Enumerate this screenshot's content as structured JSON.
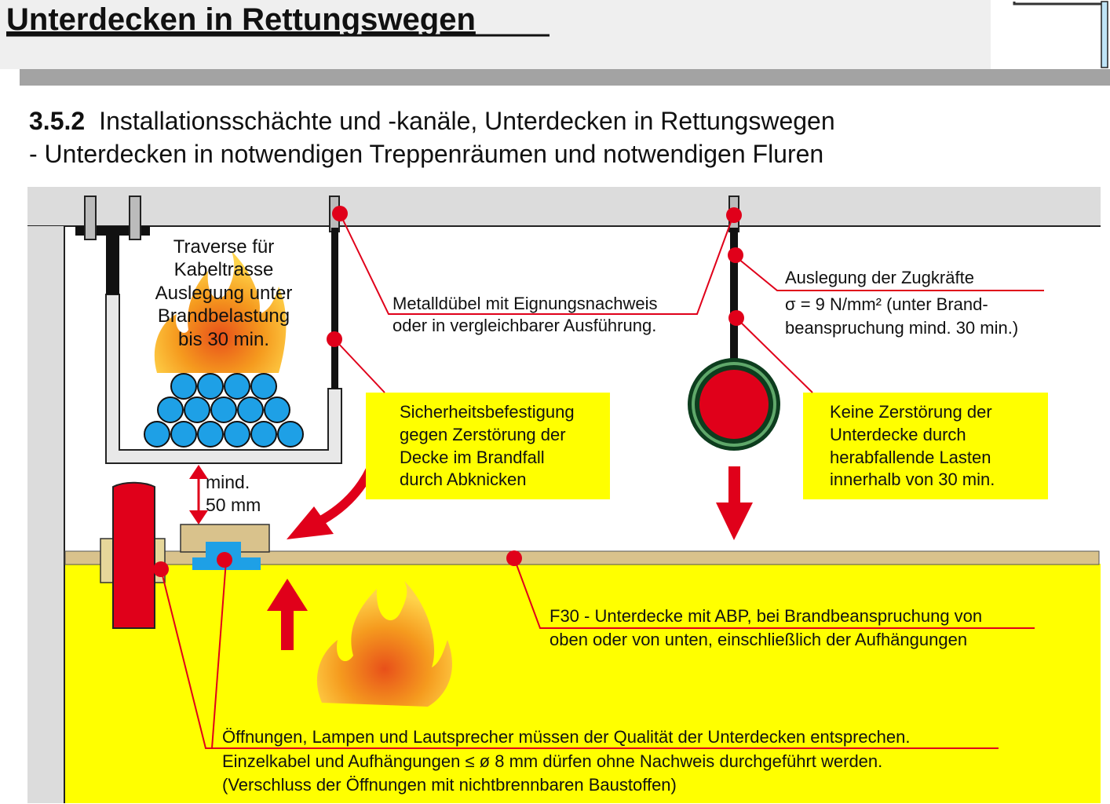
{
  "header": {
    "title": "Unterdecken in Rettungswegen"
  },
  "subtitle": {
    "number": "3.5.2",
    "line1": "Installationsschächte und -kanäle, Unterdecken in Rettungswegen",
    "line2": "- Unterdecken in notwendigen Treppenräumen und notwendigen Fluren"
  },
  "diagram": {
    "traverse": [
      "Traverse für",
      "Kabeltrasse",
      "Auslegung unter",
      "Brandbelastung",
      "bis 30 min."
    ],
    "distance": [
      "mind.",
      "50 mm"
    ],
    "duebel": [
      "Metalldübel mit Eignungsnachweis",
      "oder in vergleichbarer Ausführung."
    ],
    "zugkraefte": [
      "Auslegung der Zugkräfte",
      "σ = 9 N/mm² (unter Brand-",
      "beanspruchung mind. 30 min.)"
    ],
    "sicherheit": [
      "Sicherheitsbefestigung",
      "gegen Zerstörung der",
      "Decke im Brandfall",
      "durch Abknicken"
    ],
    "keine_zerstoerung": [
      "Keine Zerstörung der",
      "Unterdecke durch",
      "herabfallende Lasten",
      "innerhalb von 30 min."
    ],
    "f30": [
      "F30 - Unterdecke mit ABP, bei Brandbeanspruchung von",
      "oben oder von unten, einschließlich der Aufhängungen"
    ],
    "oeffnungen": [
      "Öffnungen, Lampen und Lautsprecher müssen der Qualität der Unterdecken entsprechen.",
      "Einzelkabel und Aufhängungen ≤ ø 8 mm dürfen ohne Nachweis durchgeführt werden.",
      "(Verschluss der Öffnungen mit nichtbrennbaren Baustoffen)"
    ]
  },
  "colors": {
    "red": "#e0001a",
    "yellow": "#ffff00",
    "cable_blue": "#1ea0e6",
    "board_tan": "#d9c28c"
  }
}
